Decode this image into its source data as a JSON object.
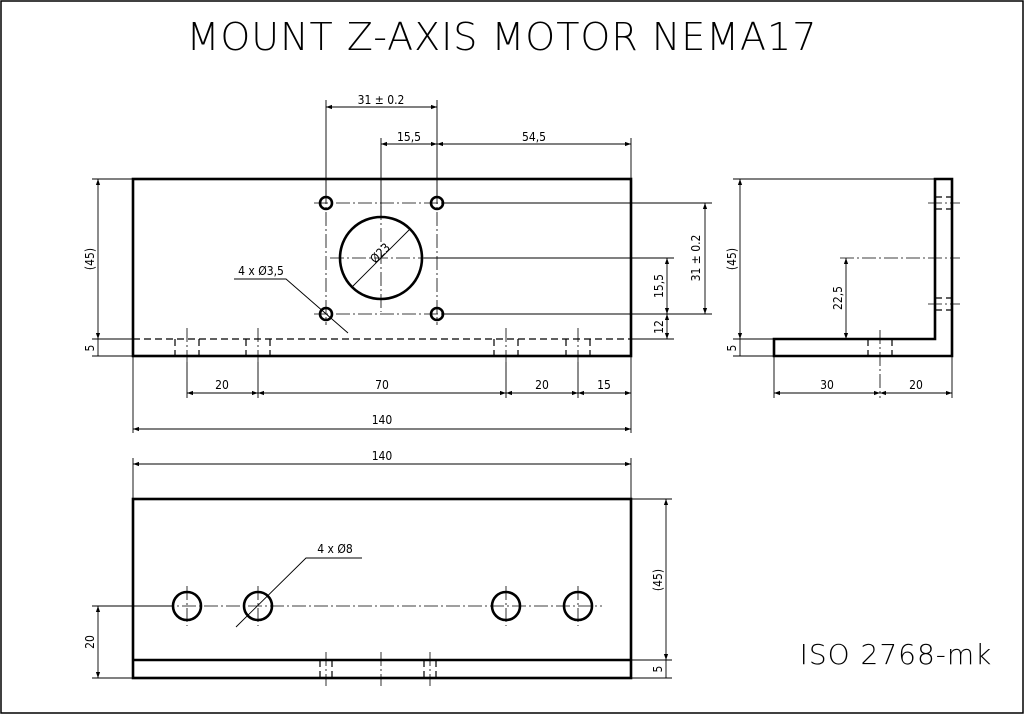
{
  "title": "MOUNT Z-AXIS MOTOR NEMA17",
  "standard": "ISO 2768-mk",
  "front_view": {
    "dim_hole_spacing_top": "31 ± 0.2",
    "dim_offset_center": "15,5",
    "dim_right": "54,5",
    "dim_hole_spacing_right": "31 ± 0.2",
    "dim_center_half": "15,5",
    "dim_bottom_offset": "12",
    "dim_height": "(45)",
    "dim_thickness": "5",
    "bore_label": "Ø23",
    "hole_callout": "4 x Ø3,5",
    "dim_20a": "20",
    "dim_70": "70",
    "dim_20b": "20",
    "dim_15": "15",
    "dim_total": "140"
  },
  "side_view": {
    "dim_height": "(45)",
    "dim_thickness": "5",
    "dim_center": "22,5",
    "dim_30": "30",
    "dim_20": "20"
  },
  "top_view": {
    "dim_total": "140",
    "hole_callout": "4 x Ø8",
    "dim_height": "(45)",
    "dim_thickness": "5",
    "dim_hole_y": "20"
  }
}
